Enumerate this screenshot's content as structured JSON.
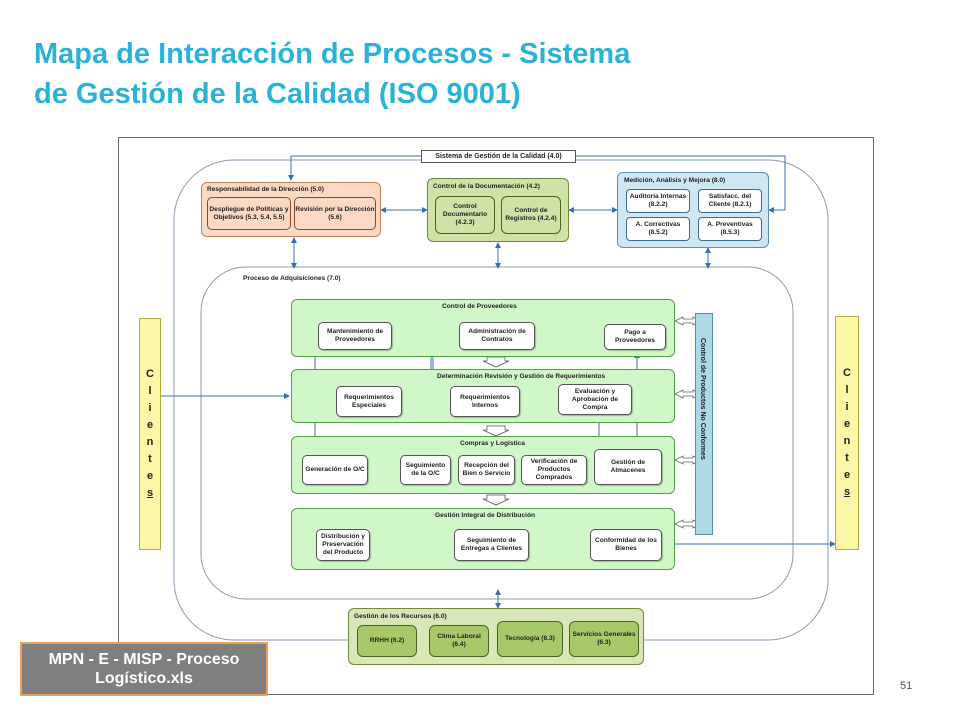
{
  "slide": {
    "title_line1": "Mapa de Interacción de Procesos - Sistema",
    "title_line2": "de Gestión de la Calidad (ISO 9001)",
    "page_number": "51"
  },
  "footer": {
    "line1": "MPN - E - MISP - Proceso",
    "line2": "Logístico.xls"
  },
  "colors": {
    "title": "#2ab3d6",
    "responsabilidad": "#fbd9c4",
    "documentacion": "#cfe2a8",
    "medicion": "#cfe6f3",
    "proceso_groups": "#cff7c8",
    "clientes": "#fbf7a6",
    "no_conformes": "#add8e6",
    "recursos": "#d9e6b8",
    "recursos_items": "#a8c96a"
  },
  "diagram": {
    "system_title": "Sistema de Gestión de la Calidad (4.0)",
    "responsabilidad": {
      "title": "Responsabilidad de la Dirección (5.0)",
      "items": [
        "Despliegue de Políticas y Objetivos (5.3, 5.4, 5.5)",
        "Revisión por la Dirección (5.6)"
      ]
    },
    "documentacion": {
      "title": "Control de la Documentación (4.2)",
      "items": [
        "Control Documentario (4.2.3)",
        "Control de Registros (4.2.4)"
      ]
    },
    "medicion": {
      "title": "Medición, Análisis y Mejora (8.0)",
      "items": [
        "Auditoría Internas (8.2.2)",
        "Satisfacc. del Cliente (8.2.1)",
        "A. Correctivas (8.5.2)",
        "A. Preventivas (8.5.3)"
      ]
    },
    "adquisiciones_title": "Proceso de Adquisiciones (7.0)",
    "proveedores": {
      "title": "Control de Proveedores",
      "items": [
        "Mantenimiento de Proveedores",
        "Administración de Contratos",
        "Pago a Proveedores"
      ]
    },
    "requerimientos": {
      "title": "Determinación Revisión y Gestión de Requerimientos",
      "items": [
        "Requerimientos Especiales",
        "Requerimientos Internos",
        "Evaluación y Aprobación de Compra"
      ]
    },
    "compras": {
      "title": "Compras y Logística",
      "items": [
        "Generación de O/C",
        "Seguimiento de la O/C",
        "Recepción del Bien o Servicio",
        "Verificación de Productos Comprados",
        "Gestión de Almacenes"
      ]
    },
    "distribucion": {
      "title": "Gestión Integral de Distribución",
      "items": [
        "Distribución y Preservación del Producto",
        "Seguimiento de Entregas a Clientes",
        "Conformidad de los Bienes"
      ]
    },
    "no_conformes": "Control de Productos No Conformes",
    "clientes_left": [
      "C",
      "l",
      "i",
      "e",
      "n",
      "t",
      "e",
      "s"
    ],
    "clientes_right": [
      "C",
      "l",
      "i",
      "e",
      "n",
      "t",
      "e",
      "s"
    ],
    "recursos": {
      "title": "Gestión de los Recursos (6.0)",
      "items": [
        "RRHH (6.2)",
        "Clima Laboral (6.4)",
        "Tecnología (6.3)",
        "Servicios Generales (6.3)"
      ]
    }
  }
}
